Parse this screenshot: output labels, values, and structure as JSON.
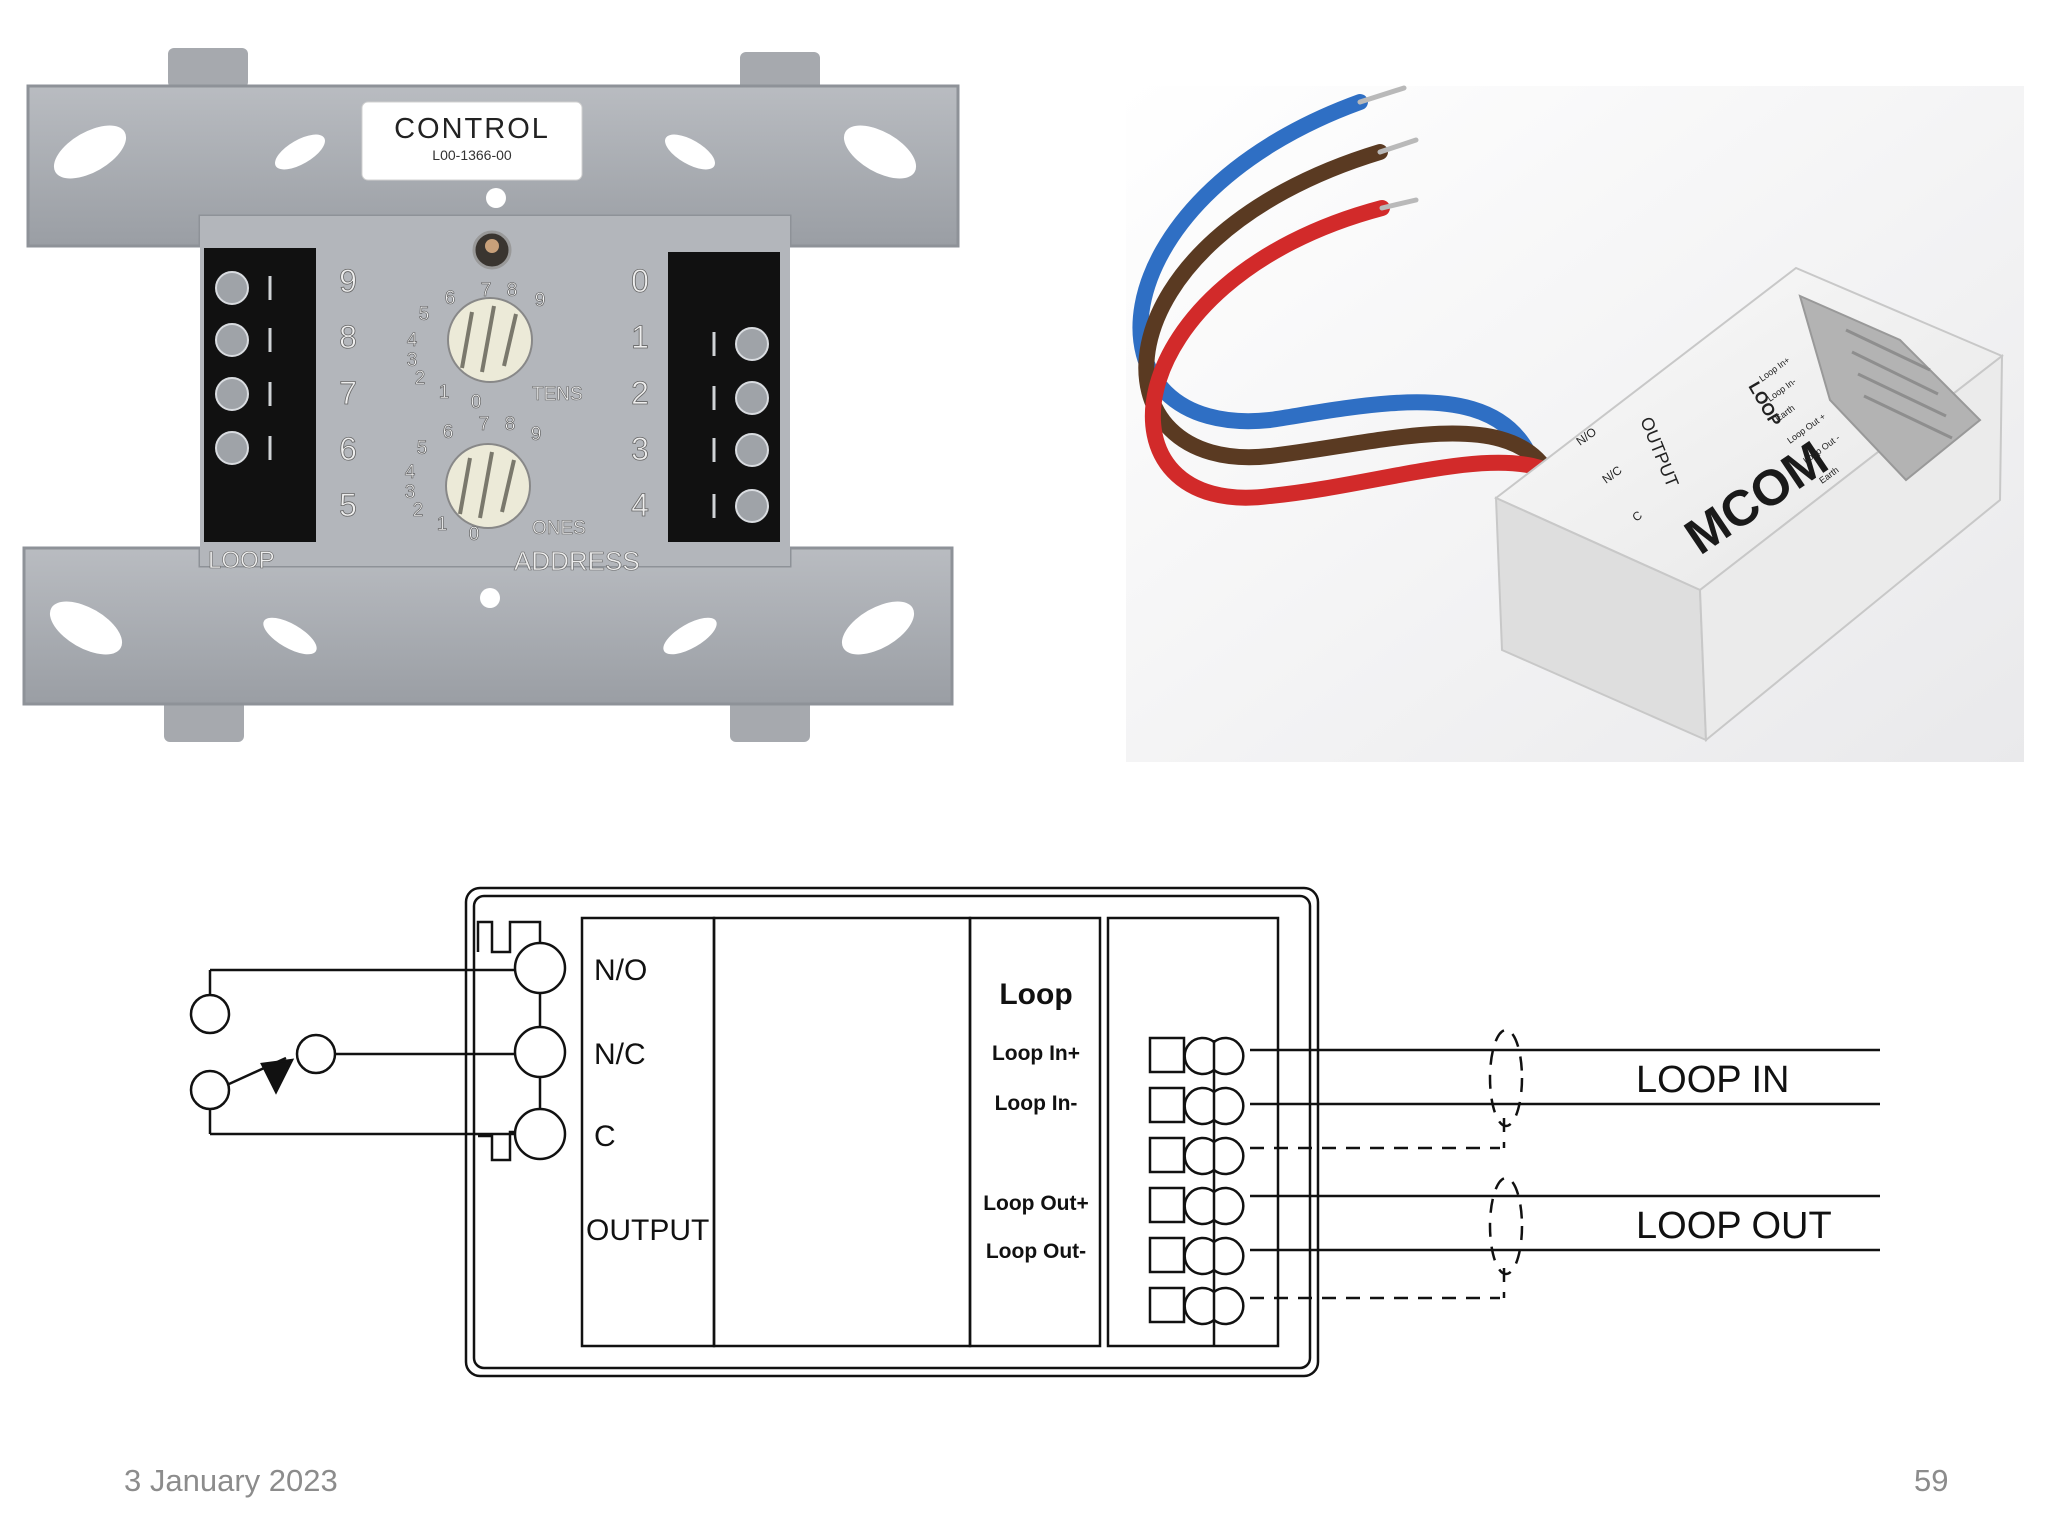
{
  "control_module": {
    "label_title": "CONTROL",
    "label_code": "L00-1366-00",
    "tens_label": "TENS",
    "ones_label": "ONES",
    "loop_label": "LOOP",
    "address_label": "ADDRESS",
    "left_digits": [
      "9",
      "8",
      "7",
      "6",
      "5"
    ],
    "right_digits": [
      "0",
      "1",
      "2",
      "3",
      "4"
    ],
    "dial_tens_numbers": [
      "0",
      "1",
      "2",
      "3",
      "4",
      "5",
      "6",
      "7",
      "8",
      "9"
    ],
    "dial_ones_numbers": [
      "0",
      "1",
      "2",
      "3",
      "4",
      "5",
      "6",
      "7",
      "8",
      "9"
    ]
  },
  "mcom_module": {
    "brand": "MCOM",
    "output_label": "OUTPUT",
    "loop_label": "LOOP",
    "output_terminals": [
      "N/O",
      "N/C",
      "C"
    ],
    "loop_terminals": [
      "Loop In+",
      "Loop In-",
      "Earth",
      "Loop Out +",
      "Loop Out -",
      "Earth"
    ],
    "wire_colors": [
      "#2f6fc4",
      "#5a3a22",
      "#d22a2a"
    ]
  },
  "wiring_diagram": {
    "output_terminals": [
      "N/O",
      "N/C",
      "C"
    ],
    "output_label": "OUTPUT",
    "loop_title": "Loop",
    "loop_terminals": [
      "Loop In+",
      "Loop In-",
      "Loop Out+",
      "Loop Out-"
    ],
    "loop_in_label": "LOOP IN",
    "loop_out_label": "LOOP OUT"
  },
  "footer": {
    "date": "3 January 2023",
    "page": "59"
  }
}
